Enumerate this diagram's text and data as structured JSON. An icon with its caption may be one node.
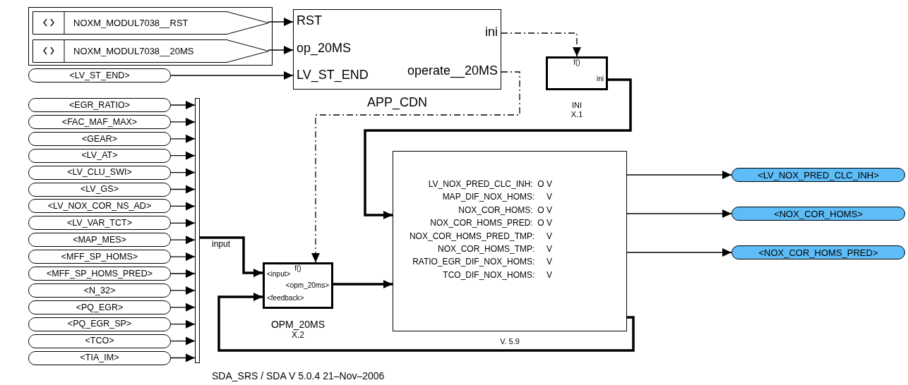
{
  "diagram": {
    "caption": "SDA_SRS / SDA V 5.0.4 21–Nov–2006",
    "nodes": [
      {
        "text": [],
        "shape": "box"
      },
      {
        "text": [
          "NOXM_MODUL7038__RST"
        ],
        "in": 0
      },
      {
        "text": [
          "NOXM_MODUL7038__20MS"
        ],
        "in": 0
      },
      {
        "text": [
          "<LV_ST_END>"
        ]
      },
      {
        "text": [
          "RST",
          "op_20MS",
          "LV_ST_END",
          "ini",
          "operate__20MS"
        ],
        "beside": [
          "APP_CDN"
        ]
      },
      {
        "text": [
          "f()",
          "ini"
        ],
        "beside": [
          "INI",
          "X.1"
        ]
      },
      {
        "text": [
          "<EGR_RATIO>"
        ]
      },
      {
        "text": [
          "<FAC_MAF_MAX>"
        ]
      },
      {
        "text": [
          "<GEAR>"
        ]
      },
      {
        "text": [
          "<LV_AT>"
        ]
      },
      {
        "text": [
          "<LV_CLU_SWI>"
        ]
      },
      {
        "text": [
          "<LV_GS>"
        ]
      },
      {
        "text": [
          "<LV_NOX_COR_NS_AD>"
        ]
      },
      {
        "text": [
          "<LV_VAR_TCT>"
        ]
      },
      {
        "text": [
          "<MAP_MES>"
        ]
      },
      {
        "text": [
          "<MFF_SP_HOMS>"
        ]
      },
      {
        "text": [
          "<MFF_SP_HOMS_PRED>"
        ]
      },
      {
        "text": [
          "<N_32>"
        ]
      },
      {
        "text": [
          "<PQ_EGR>"
        ]
      },
      {
        "text": [
          "<PQ_EGR_SP>"
        ]
      },
      {
        "text": [
          "<TCO>"
        ]
      },
      {
        "text": [
          "<TIA_IM>"
        ]
      },
      {
        "text": [],
        "shape": "bar"
      },
      {
        "text": [
          "f()",
          "<input>",
          "<opm_20ms>",
          "<feedback>"
        ],
        "beside": [
          "OPM_20MS",
          "X.2"
        ]
      },
      {
        "text": [
          "LV_NOX_PRED_CLC_INH:  O V",
          "MAP_DIF_NOX_HOMS:     V",
          "NOX_COR_HOMS:  O V",
          "NOX_COR_HOMS_PRED:  O V",
          "NOX_COR_HOMS_PRED_TMP:     V",
          "NOX_COR_HOMS_TMP:     V",
          "RATIO_EGR_DIF_NOX_HOMS:     V",
          "TCO_DIF_NOX_HOMS:     V"
        ],
        "beside": [
          "V. 5.9"
        ]
      },
      {
        "text": [
          "<LV_NOX_PRED_CLC_INH>"
        ]
      },
      {
        "text": [
          "<NOX_COR_HOMS>"
        ]
      },
      {
        "text": [
          "<NOX_COR_HOMS_PRED>"
        ]
      }
    ],
    "edges": [
      {
        "from": 1,
        "to": 4,
        "arrow": "to"
      },
      {
        "from": 2,
        "to": 4,
        "arrow": "to"
      },
      {
        "from": 3,
        "to": 4,
        "arrow": "to"
      },
      {
        "from": 4,
        "to": 5,
        "arrow": "to",
        "style": "dashed"
      },
      {
        "from": 4,
        "to": 23,
        "arrow": "to",
        "style": "dashed"
      },
      {
        "from": 5,
        "to": 24,
        "arrow": "to",
        "style": "thick"
      },
      {
        "from": 6,
        "to": 22,
        "arrow": "to"
      },
      {
        "from": 7,
        "to": 22,
        "arrow": "to"
      },
      {
        "from": 8,
        "to": 22,
        "arrow": "to"
      },
      {
        "from": 9,
        "to": 22,
        "arrow": "to"
      },
      {
        "from": 10,
        "to": 22,
        "arrow": "to"
      },
      {
        "from": 11,
        "to": 22,
        "arrow": "to"
      },
      {
        "from": 12,
        "to": 22,
        "arrow": "to"
      },
      {
        "from": 13,
        "to": 22,
        "arrow": "to"
      },
      {
        "from": 14,
        "to": 22,
        "arrow": "to"
      },
      {
        "from": 15,
        "to": 22,
        "arrow": "to"
      },
      {
        "from": 16,
        "to": 22,
        "arrow": "to"
      },
      {
        "from": 17,
        "to": 22,
        "arrow": "to"
      },
      {
        "from": 18,
        "to": 22,
        "arrow": "to"
      },
      {
        "from": 19,
        "to": 22,
        "arrow": "to"
      },
      {
        "from": 20,
        "to": 22,
        "arrow": "to"
      },
      {
        "from": 21,
        "to": 22,
        "arrow": "to"
      },
      {
        "from": 22,
        "to": 23,
        "arrow": "to",
        "style": "thick",
        "label": "input"
      },
      {
        "from": 23,
        "to": 24,
        "arrow": "to",
        "style": "thick"
      },
      {
        "from": 24,
        "to": 23,
        "arrow": "to",
        "style": "thick"
      },
      {
        "from": 24,
        "to": 25,
        "arrow": "to"
      },
      {
        "from": 24,
        "to": 26,
        "arrow": "to"
      },
      {
        "from": 24,
        "to": 27,
        "arrow": "to"
      }
    ]
  }
}
